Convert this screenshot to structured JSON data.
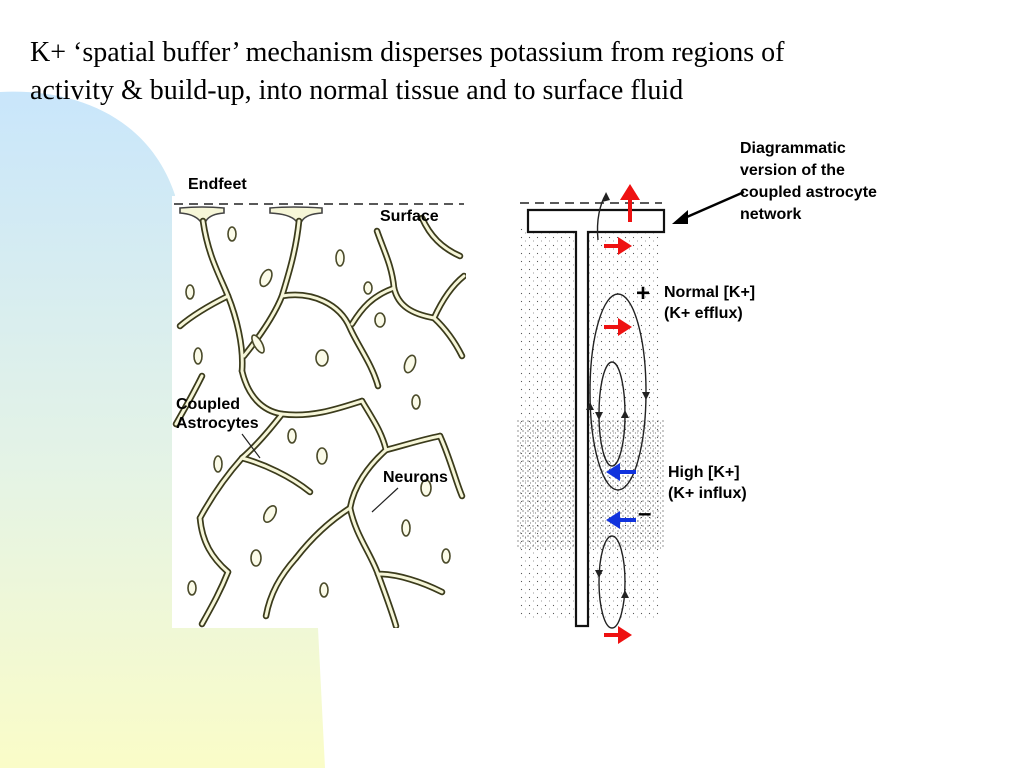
{
  "slide": {
    "title_line1": "K+ ‘spatial buffer’ mechanism disperses potassium from regions of",
    "title_line2": "activity & build-up,  into normal tissue and to surface fluid"
  },
  "left_diagram": {
    "label_endfeet": "Endfeet",
    "label_surface": "Surface",
    "label_coupled_line1": "Coupled",
    "label_coupled_line2": "Astrocytes",
    "label_neurons": "Neurons"
  },
  "right_diagram": {
    "callout_line1": "Diagrammatic",
    "callout_line2": "version of the",
    "callout_line3": "coupled astrocyte",
    "callout_line4": "network",
    "plus_sign": "+",
    "minus_sign": "–",
    "normal_line1": "Normal [K+]",
    "normal_line2": "(K+ efflux)",
    "high_line1": "High [K+]",
    "high_line2": "(K+ influx)"
  },
  "colors": {
    "efflux_arrow": "#ee1111",
    "influx_arrow": "#1133dd",
    "astrocyte_fill": "#f6f6d8",
    "background_gradient_top": "#c9e6fb",
    "background_gradient_bottom": "#fafcc8"
  }
}
